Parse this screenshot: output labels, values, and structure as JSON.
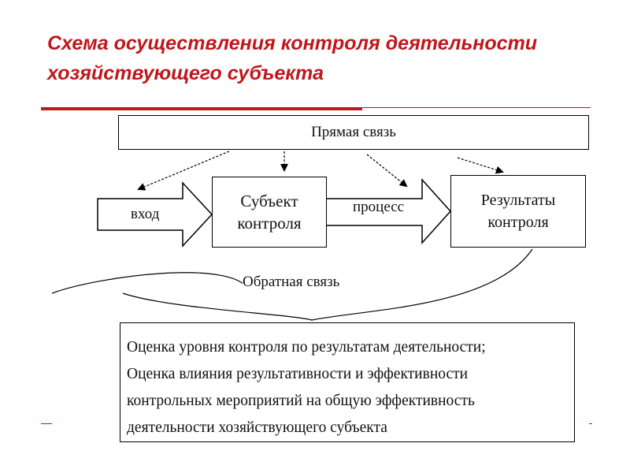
{
  "title": "Схема осуществления контроля деятельности хозяйствующего субъекта",
  "diagram": {
    "direct_link": "Прямая связь",
    "input": "вход",
    "subject_line1": "Субъект",
    "subject_line2": "контроля",
    "process": "процесс",
    "results_line1": "Результаты",
    "results_line2": "контроля",
    "feedback": "Обратная связь",
    "evaluation": [
      "Оценка уровня контроля по результатам деятельности;",
      "Оценка влияния результативности и эффективности",
      "контрольных мероприятий на общую эффективность",
      "деятельности хозяйствующего субъекта"
    ]
  },
  "colors": {
    "title": "#c0171b",
    "rule": "#c0171b",
    "lines": "#000000"
  }
}
